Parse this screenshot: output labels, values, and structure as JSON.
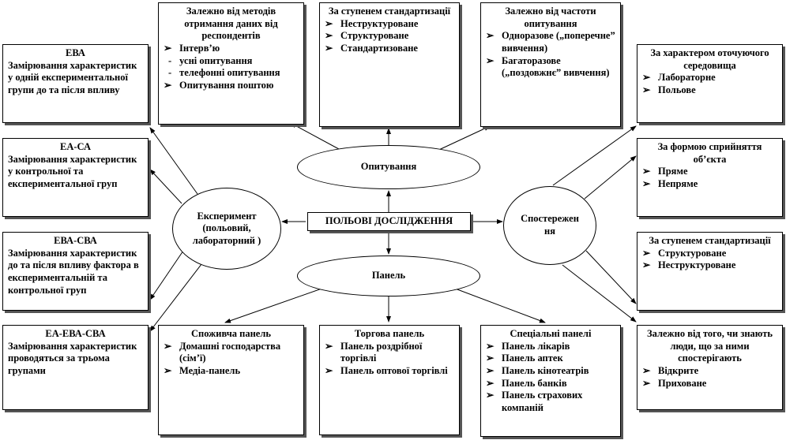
{
  "center": "ПОЛЬОВІ ДОСЛІДЖЕННЯ",
  "ellipses": {
    "survey": "Опитування",
    "experiment": "Експеримент (польовий, лабораторний )",
    "observation": "Спостережен ня",
    "panel": "Панель"
  },
  "boxes": {
    "methods": {
      "title": "Залежно від методів отримання даних від респондентів",
      "items": [
        "Інтерв’ю",
        "Опитування поштою"
      ],
      "subitems": [
        "усні опитування",
        "телефонні опитування"
      ]
    },
    "standard_survey": {
      "title": "За ступенем стандартизації",
      "items": [
        "Неструктуроване",
        "Структуроване",
        "Стандартизоване"
      ]
    },
    "frequency": {
      "title": "Залежно від частоти опитування",
      "items": [
        "Одноразове („поперечне” вивчення)",
        "Багаторазове („поздовжнє” вивчення)"
      ]
    },
    "eva": {
      "title": "ЕВА",
      "text": "Замірювання характеристик у одній експериментальної групи до та після впливу"
    },
    "ea_sa": {
      "title": "ЕА-СА",
      "text": "Замірювання характеристик у контрольної та експериментальної груп"
    },
    "eva_sva": {
      "title": "ЕВА-СВА",
      "text": "Замірювання характеристик до та після впливу фактора в експериментальній та контрольної груп"
    },
    "ea_eva_sva": {
      "title": "ЕА-ЕВА-СВА",
      "text": "Замірювання характеристик проводяться за трьома групами"
    },
    "environment": {
      "title": "За характером оточуючого середовища",
      "items": [
        "Лабораторне",
        "Польове"
      ]
    },
    "perception": {
      "title": "За формою сприйняття об’єкта",
      "items": [
        "Пряме",
        "Непряме"
      ]
    },
    "standard_obs": {
      "title": "За ступенем стандартизації",
      "items": [
        "Структуроване",
        "Неструктуроване"
      ]
    },
    "awareness": {
      "title": "Залежно від того, чи знають люди, що за ними спостерігають",
      "items": [
        "Відкрите",
        "Приховане"
      ]
    },
    "consumer": {
      "title": "Споживча панель",
      "items": [
        "Домашні господарства (сім’ї)",
        "Медіа-панель"
      ]
    },
    "trade": {
      "title": "Торгова панель",
      "items": [
        "Панель роздрібної торгівлі",
        "Панель оптової торгівлі"
      ]
    },
    "special": {
      "title": "Спеціальні панелі",
      "items": [
        "Панель лікарів",
        "Панель аптек",
        "Панель кінотеатрів",
        "Панель банків",
        "Панель страхових компаній"
      ]
    }
  },
  "marker": "➢"
}
